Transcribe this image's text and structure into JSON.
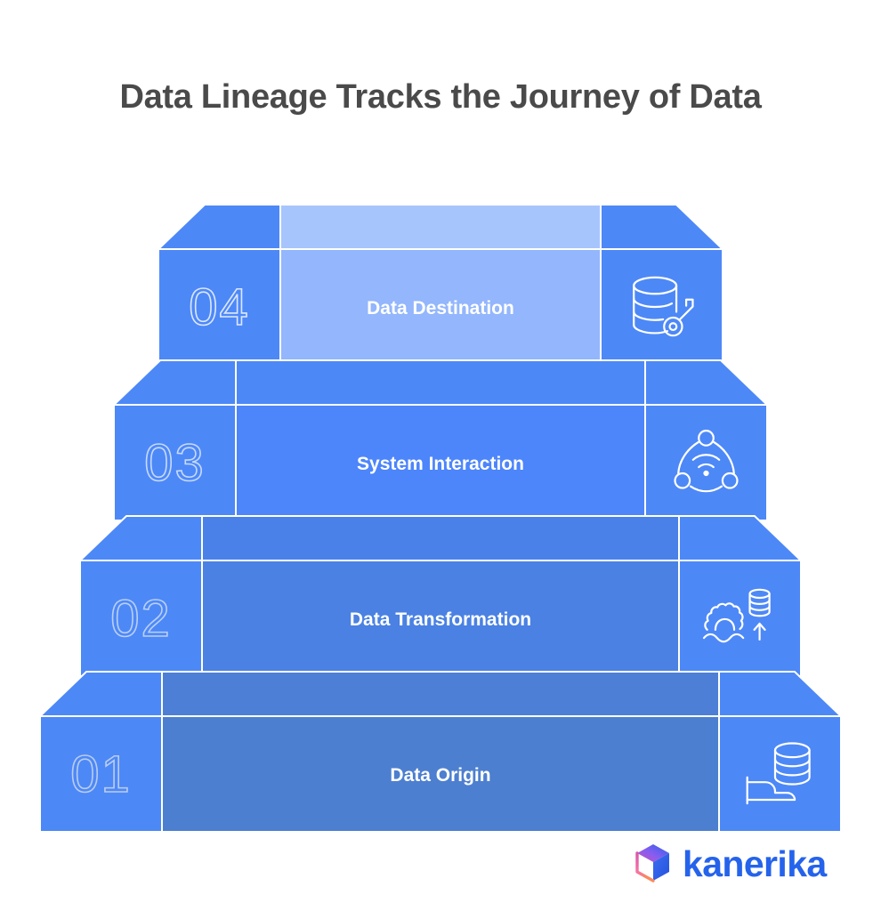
{
  "title": "Data Lineage Tracks the Journey of Data",
  "brand": {
    "name": "kanerika",
    "logo_icon": "cube-logo-icon",
    "text_color": "#2563eb",
    "cube_colors": [
      "#a855c8",
      "#6d5ef0",
      "#2563eb",
      "#f472a6",
      "#fb8a5c"
    ]
  },
  "background_color": "#ffffff",
  "title_color": "#4a4a4a",
  "steps": [
    {
      "number": "04",
      "label": "Data Destination",
      "icon": "database-key-icon",
      "side_color": "#4d88f7",
      "front_color": "#93b6fc",
      "bevel_color": "#4d88f7",
      "bevel_center_color": "#a7c5fd",
      "number_color": "#dbe7fe"
    },
    {
      "number": "03",
      "label": "System Interaction",
      "icon": "network-nodes-signal-icon",
      "side_color": "#4d88f7",
      "front_color": "#4d85fb",
      "bevel_color": "#4d88f7",
      "bevel_center_color": "#4d88f7",
      "number_color": "#c7dafd"
    },
    {
      "number": "02",
      "label": "Data Transformation",
      "icon": "gear-water-database-arrow-icon",
      "side_color": "#4d88f7",
      "front_color": "#4a81e3",
      "bevel_color": "#4d88f7",
      "bevel_center_color": "#4a81e8",
      "number_color": "#b9d0f7"
    },
    {
      "number": "01",
      "label": "Data Origin",
      "icon": "database-source-icon",
      "side_color": "#4d88f7",
      "front_color": "#4d7fd0",
      "bevel_color": "#4d88f7",
      "bevel_center_color": "#4d7fd6",
      "number_color": "#b9cdef"
    }
  ]
}
